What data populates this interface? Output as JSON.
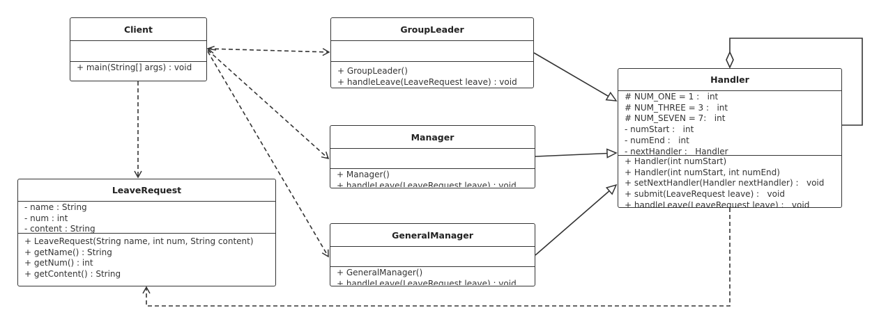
{
  "classes": {
    "client": {
      "name": "Client",
      "attributes": [],
      "methods": [
        "+ main(String[] args) : void"
      ]
    },
    "group_leader": {
      "name": "GroupLeader",
      "attributes": [],
      "methods": [
        "+ GroupLeader()",
        "+ handleLeave(LeaveRequest leave) : void"
      ]
    },
    "manager": {
      "name": "Manager",
      "attributes": [],
      "methods": [
        "+ Manager()",
        "+ handleLeave(LeaveRequest leave) : void"
      ]
    },
    "general_manager": {
      "name": "GeneralManager",
      "attributes": [],
      "methods": [
        "+ GeneralManager()",
        "+ handleLeave(LeaveRequest leave) : void"
      ]
    },
    "leave_request": {
      "name": "LeaveRequest",
      "attributes": [
        "- name : String",
        "- num : int",
        "- content : String"
      ],
      "methods": [
        "+ LeaveRequest(String name, int num, String content)",
        "+ getName() : String",
        "+ getNum() : int",
        "+ getContent() : String"
      ]
    },
    "handler": {
      "name": "Handler",
      "attributes": [
        "# NUM_ONE = 1 :   int",
        "# NUM_THREE = 3 :   int",
        "# NUM_SEVEN = 7:   int",
        "- numStart :   int",
        "- numEnd :   int",
        "- nextHandler :   Handler"
      ],
      "methods": [
        "+ Handler(int numStart)",
        "+ Handler(int numStart, int numEnd)",
        "+ setNextHandler(Handler nextHandler) :   void",
        "+ submit(LeaveRequest leave) :   void",
        "+ handleLeave(LeaveRequest leave) :   void"
      ]
    }
  },
  "relations": [
    {
      "type": "dependency",
      "from": "Client",
      "to": "GroupLeader"
    },
    {
      "type": "dependency",
      "from": "Client",
      "to": "Manager"
    },
    {
      "type": "dependency",
      "from": "Client",
      "to": "GeneralManager"
    },
    {
      "type": "dependency",
      "from": "Client",
      "to": "LeaveRequest"
    },
    {
      "type": "dependency",
      "from": "Handler",
      "to": "LeaveRequest"
    },
    {
      "type": "generalization",
      "from": "GroupLeader",
      "to": "Handler"
    },
    {
      "type": "generalization",
      "from": "Manager",
      "to": "Handler"
    },
    {
      "type": "generalization",
      "from": "GeneralManager",
      "to": "Handler"
    },
    {
      "type": "aggregation",
      "from": "Handler",
      "to": "Handler"
    }
  ],
  "colors": {
    "line": "#333333",
    "background": "#ffffff"
  }
}
